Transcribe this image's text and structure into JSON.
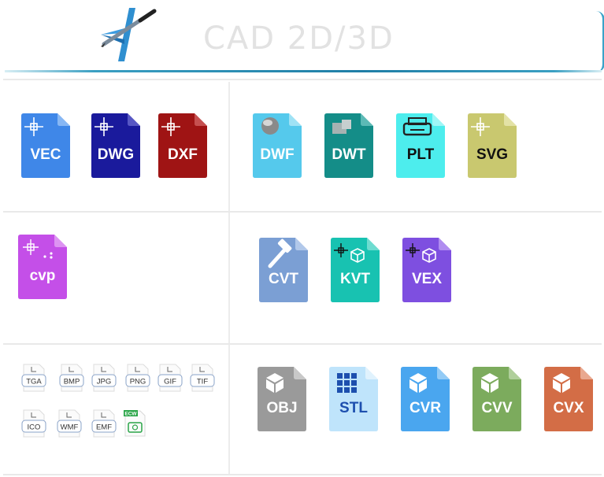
{
  "header": {
    "title": "CAD 2D/3D",
    "accent": "#1f7ea6"
  },
  "sections": {
    "row1_left": [
      {
        "label": "VEC",
        "color": "#3f87e8",
        "fold": "#87b7f4",
        "icon": "crosshair-icon"
      },
      {
        "label": "DWG",
        "color": "#1a1a9c",
        "fold": "#5757c4",
        "icon": "crosshair-icon"
      },
      {
        "label": "DXF",
        "color": "#9f1414",
        "fold": "#c65050",
        "icon": "crosshair-icon"
      }
    ],
    "row1_right": [
      {
        "label": "DWF",
        "color": "#55c9ec",
        "fold": "#9fe2f5",
        "icon": "globe-icon"
      },
      {
        "label": "DWT",
        "color": "#148d88",
        "fold": "#5cbab6",
        "icon": "cad-block-icon"
      },
      {
        "label": "PLT",
        "color": "#4deded",
        "fold": "#9ff6f6",
        "icon": "printer-icon"
      },
      {
        "label": "SVG",
        "color": "#c9c86f",
        "fold": "#e3e2a6",
        "icon": "crosshair-icon"
      }
    ],
    "row2_left": [
      {
        "label": "cvp",
        "color": "#c44fe8",
        "fold": "#dd93f2",
        "icon": "crosshair-dots-icon"
      }
    ],
    "row2_right": [
      {
        "label": "CVT",
        "color": "#7b9fd4",
        "fold": "#b1c8ea",
        "icon": "hammer-icon"
      },
      {
        "label": "KVT",
        "color": "#18c2b1",
        "fold": "#6edcd0",
        "icon": "crosshair-cube-icon"
      },
      {
        "label": "VEX",
        "color": "#7e4fe0",
        "fold": "#b08df0",
        "icon": "crosshair-cube-icon"
      }
    ],
    "row3_left": [
      {
        "label": "TGA"
      },
      {
        "label": "BMP"
      },
      {
        "label": "JPG"
      },
      {
        "label": "PNG"
      },
      {
        "label": "GIF"
      },
      {
        "label": "TIF"
      },
      {
        "label": "ICO"
      },
      {
        "label": "WMF"
      },
      {
        "label": "EMF"
      }
    ],
    "row3_left_ecw": {
      "label": "ECW",
      "color": "#2aa548"
    },
    "row3_right": [
      {
        "label": "OBJ",
        "color": "#9a9a9a",
        "fold": "#c8c8c8",
        "icon": "cube-icon"
      },
      {
        "label": "STL",
        "color": "#bfe4fb",
        "fold": "#e0f2fd",
        "icon": "grid-icon"
      },
      {
        "label": "CVR",
        "color": "#4aa6ef",
        "fold": "#93cbf6",
        "icon": "cube-icon"
      },
      {
        "label": "CVV",
        "color": "#7cab5d",
        "fold": "#b0cf9b",
        "icon": "cube-icon"
      },
      {
        "label": "CVX",
        "color": "#d36d46",
        "fold": "#e9a88f",
        "icon": "cube-icon"
      }
    ]
  }
}
